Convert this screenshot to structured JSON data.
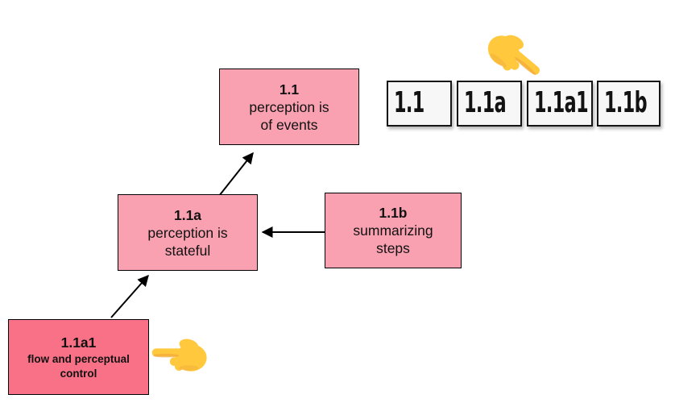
{
  "canvas": {
    "background": "#FFFFFF"
  },
  "colors": {
    "node_fill": "#F9A1B1",
    "node_fill_highlight": "#F97186",
    "node_border": "#000000",
    "chip_fill": "#F7F7F7",
    "chip_border": "#161616",
    "chip_text": "#121212",
    "arrow": "#000000",
    "hand_fill": "#FFC83D",
    "hand_shade": "#EFA33D"
  },
  "nodes": [
    {
      "id": "1.1",
      "title": "1.1",
      "line1": "perception is",
      "line2": "of events"
    },
    {
      "id": "1.1a",
      "title": "1.1a",
      "line1": "perception is",
      "line2": "stateful"
    },
    {
      "id": "1.1b",
      "title": "1.1b",
      "line1": "summarizing",
      "line2": "steps"
    },
    {
      "id": "1.1a1",
      "title": "1.1a1",
      "line1": "flow and perceptual",
      "line2": "control"
    }
  ],
  "tags": [
    {
      "label": "1.1"
    },
    {
      "label": "1.1a"
    },
    {
      "label": "1.1a1"
    },
    {
      "label": "1.1b"
    }
  ],
  "icons": {
    "pointer_top": "pointing-hand (down-right)",
    "pointer_side": "pointing-hand (left)"
  }
}
